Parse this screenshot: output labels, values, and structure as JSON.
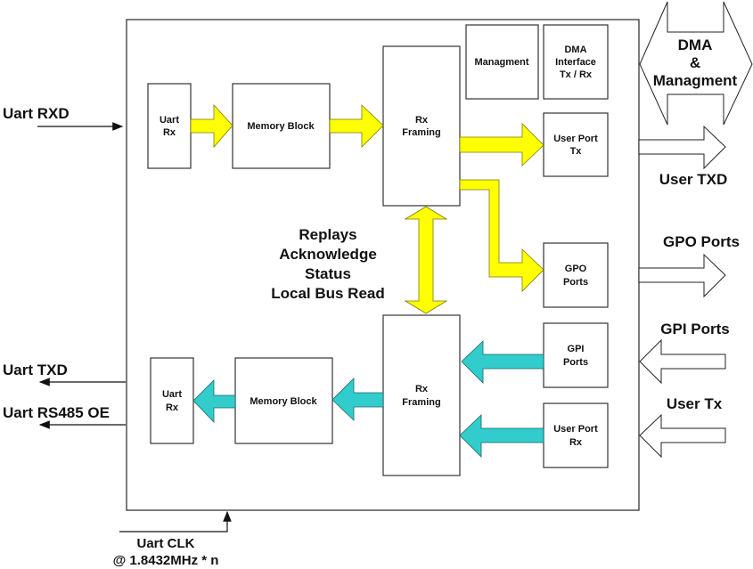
{
  "diagram": {
    "blocks": {
      "uart_rx_top": [
        "Uart",
        "Rx"
      ],
      "memory_block_top": [
        "Memory Block"
      ],
      "rx_framing_top": [
        "Rx",
        "Framing"
      ],
      "managment": [
        "Managment"
      ],
      "dma_interface": [
        "DMA",
        "Interface",
        "Tx / Rx"
      ],
      "user_port_tx": [
        "User Port",
        "Tx"
      ],
      "gpo_ports": [
        "GPO",
        "Ports"
      ],
      "gpi_ports": [
        "GPI",
        "Ports"
      ],
      "user_port_rx": [
        "User Port",
        "Rx"
      ],
      "rx_framing_bottom": [
        "Rx",
        "Framing"
      ],
      "memory_block_bottom": [
        "Memory Block"
      ],
      "uart_rx_bottom": [
        "Uart",
        "Rx"
      ]
    },
    "bus_label": [
      "Replays",
      "Acknowledge",
      "Status",
      "Local Bus Read"
    ],
    "external": {
      "uart_rxd": "Uart RXD",
      "uart_txd": "Uart TXD",
      "uart_rs485_oe": "Uart RS485 OE",
      "uart_clk": [
        "Uart CLK",
        "@ 1.8432MHz * n"
      ],
      "dma_managment": [
        "DMA",
        "&",
        "Managment"
      ],
      "user_txd": "User TXD",
      "gpo_ports": "GPO Ports",
      "gpi_ports": "GPI Ports",
      "user_tx": "User Tx"
    },
    "colors": {
      "tx_path": "#ffff00",
      "rx_path": "#33cccc",
      "external_arrows": "#ffffff"
    }
  }
}
